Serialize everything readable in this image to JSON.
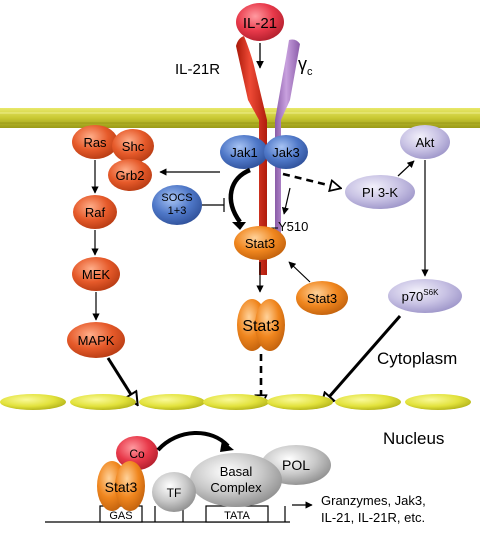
{
  "ligand": {
    "label": "IL-21"
  },
  "receptor": {
    "alpha_label": "IL-21R",
    "gamma_symbol": "γ",
    "gamma_sub": "c"
  },
  "kinases": {
    "jak1": "Jak1",
    "jak3": "Jak3",
    "socs_line1": "SOCS",
    "socs_line2": "1+3"
  },
  "mapk_pathway": {
    "ras": "Ras",
    "shc": "Shc",
    "grb2": "Grb2",
    "raf": "Raf",
    "mek": "MEK",
    "mapk": "MAPK"
  },
  "pi3k_pathway": {
    "pi3k": "PI 3-K",
    "akt": "Akt",
    "p70_main": "p70",
    "p70_sup": "S6K"
  },
  "stat": {
    "stat3": "Stat3",
    "residue": "Y510"
  },
  "compartments": {
    "cytoplasm": "Cytoplasm",
    "nucleus": "Nucleus"
  },
  "transcription": {
    "co": "Co",
    "stat3": "Stat3",
    "tf": "TF",
    "basal_line1": "Basal",
    "basal_line2": "Complex",
    "pol": "POL",
    "gas": "GAS",
    "tata": "TATA",
    "targets_line1": "Granzymes, Jak3,",
    "targets_line2": "IL-21, IL-21R, etc."
  },
  "colors": {
    "membrane": "#c8c832",
    "ligand": "#e8394a",
    "receptor_alpha": "#d42a1c",
    "receptor_gamma": "#a87cc0",
    "jak": "#4f78c8",
    "mapk_pathway": "#e65a2a",
    "stat3": "#f0861e",
    "pi3k_pathway": "#c8c2e4",
    "nuclear_pores": "#e2e23c",
    "co": "#e8394a",
    "grey_complex": "#c8c8c8"
  }
}
